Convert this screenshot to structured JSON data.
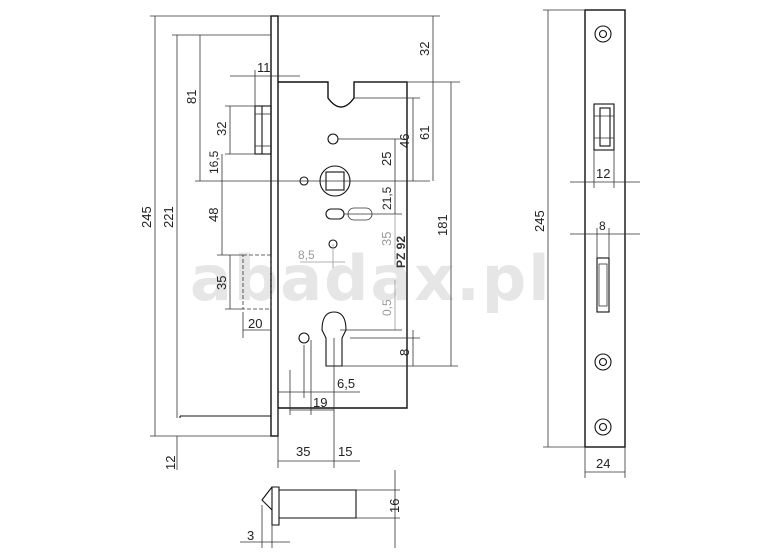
{
  "watermark": "abadax.pl",
  "model_label": "PZ 92",
  "dimensions": {
    "overall_height": "245",
    "mount_height": "221",
    "top_offset": "32",
    "forend_thickness": "11",
    "latch_height": "81",
    "latch_block": "32",
    "latch_to_spindle": "16,5",
    "spindle_offset_25": "25",
    "spindle_offset_46": "46",
    "spindle_offset_61": "61",
    "spindle_to_cylinder": "48",
    "backset_8_5": "8,5",
    "distance_21_5": "21,5",
    "distance_35_v": "35",
    "case_height": "181",
    "bolt_height": "35",
    "bolt_throw": "20",
    "offset_0_5": "0,5",
    "cylinder_offset": "8",
    "spacing_6_5": "6,5",
    "spacing_19": "19",
    "backset": "35",
    "spacing_15": "15",
    "bottom_12": "12",
    "bolt_section": "16",
    "bolt_section_3": "3",
    "faceplate_height": "245",
    "faceplate_latch_width": "12",
    "faceplate_bolt_width": "8",
    "faceplate_width": "24"
  }
}
